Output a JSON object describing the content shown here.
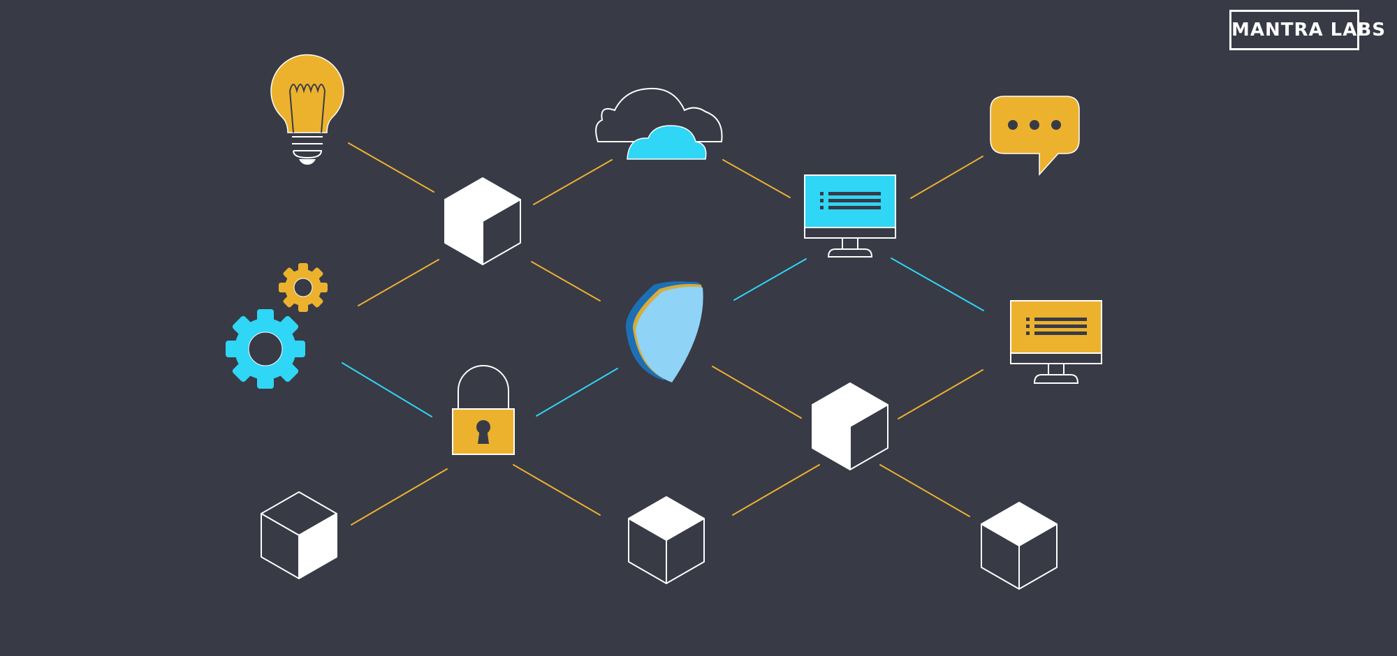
{
  "logo": {
    "text": "MANTRA LABS"
  },
  "colors": {
    "background": "#383a46",
    "accent_yellow": "#ecb22e",
    "accent_cyan": "#2fd6f5",
    "outline": "#ffffff",
    "shield": "#8fd3f7"
  },
  "nodes": [
    {
      "id": "lightbulb",
      "icon": "lightbulb-icon"
    },
    {
      "id": "cloud",
      "icon": "cloud-icon"
    },
    {
      "id": "chat",
      "icon": "chat-bubble-icon"
    },
    {
      "id": "monitor-cyan",
      "icon": "monitor-icon"
    },
    {
      "id": "monitor-yellow",
      "icon": "monitor-icon"
    },
    {
      "id": "gears",
      "icon": "gears-icon"
    },
    {
      "id": "shield",
      "icon": "shield-icon"
    },
    {
      "id": "padlock",
      "icon": "padlock-icon"
    },
    {
      "id": "cube-1",
      "icon": "cube-icon"
    },
    {
      "id": "cube-2",
      "icon": "cube-icon"
    },
    {
      "id": "cube-3",
      "icon": "cube-icon"
    },
    {
      "id": "cube-4",
      "icon": "cube-icon"
    },
    {
      "id": "cube-5",
      "icon": "cube-icon"
    }
  ]
}
